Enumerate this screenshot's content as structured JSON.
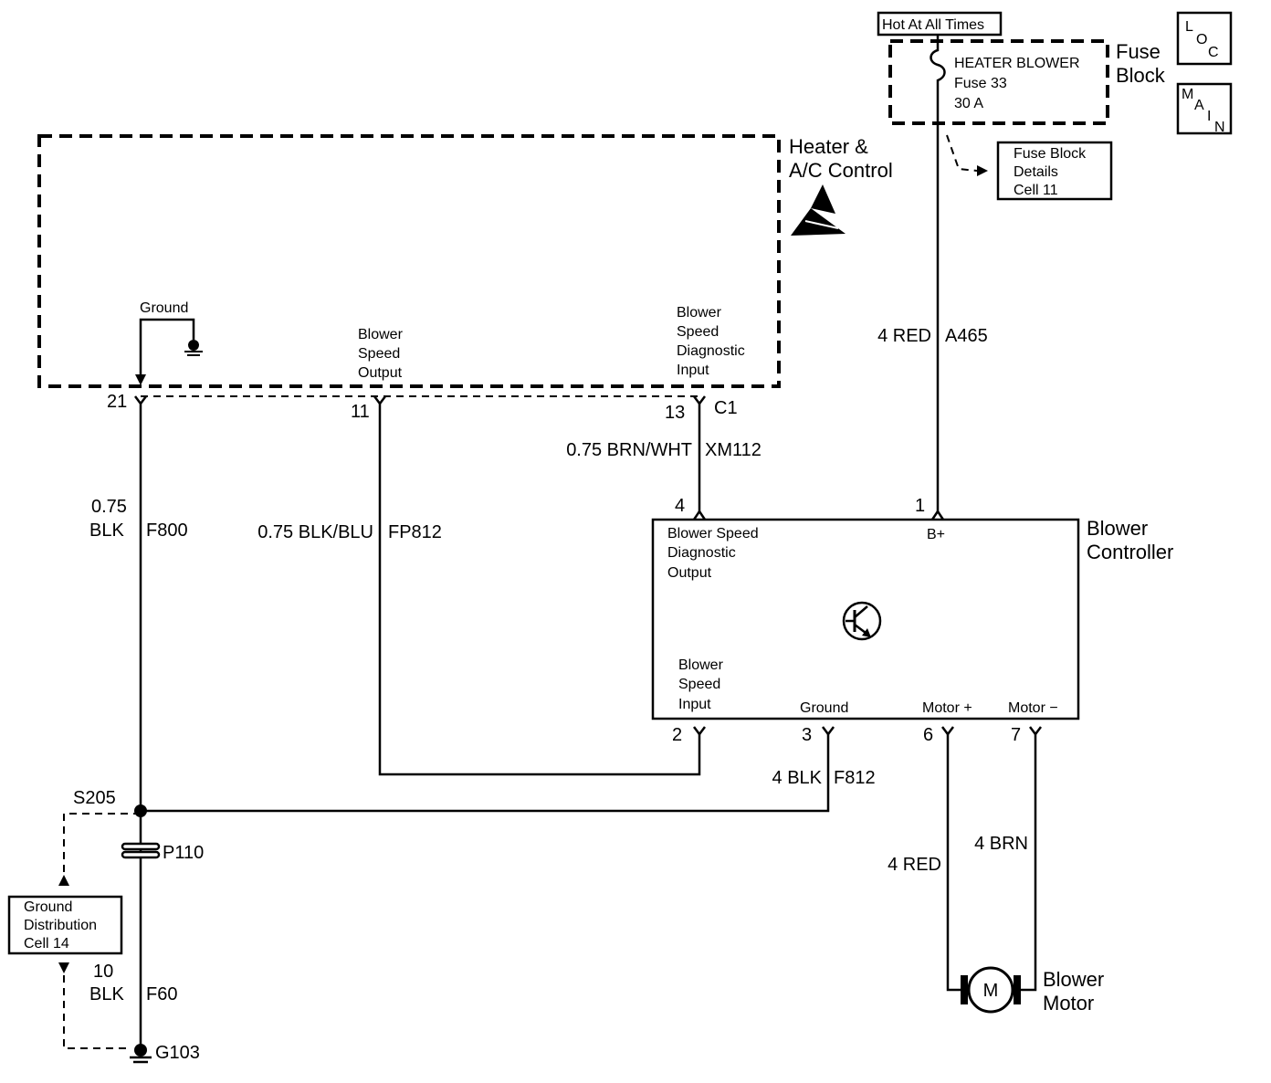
{
  "power": {
    "hot_label": "Hot At All Times",
    "fuse_block_title": [
      "Fuse",
      "Block"
    ],
    "fuse_name": "HEATER BLOWER",
    "fuse_number": "Fuse 33",
    "fuse_rating": "30 A",
    "details_box": [
      "Fuse Block",
      "Details",
      "Cell 11"
    ],
    "loc_icon": [
      "L",
      "O",
      "C"
    ],
    "main_icon": [
      "M",
      "A",
      "I",
      "N"
    ]
  },
  "hvac_control": {
    "title": [
      "Heater &",
      "A/C Control"
    ],
    "ground_label": "Ground",
    "blower_speed_output": [
      "Blower",
      "Speed",
      "Output"
    ],
    "blower_speed_diag_input": [
      "Blower",
      "Speed",
      "Diagnostic",
      "Input"
    ],
    "connector_name": "C1",
    "pins": {
      "ground": "21",
      "output": "11",
      "diag": "13"
    }
  },
  "wires": {
    "fuse_to_controller": {
      "size_color": "4 RED",
      "circuit": "A465"
    },
    "diag": {
      "size_color": "0.75 BRN/WHT",
      "circuit": "XM112"
    },
    "ground_wire": {
      "size": "0.75",
      "color": "BLK",
      "circuit": "F800"
    },
    "speed_output": {
      "size_color": "0.75 BLK/BLU",
      "circuit": "FP812"
    },
    "controller_ground": {
      "size_color": "4 BLK",
      "circuit": "F812"
    },
    "motor_pos": {
      "size_color": "4 RED"
    },
    "motor_neg": {
      "size_color": "4 BRN"
    },
    "ground_g103": {
      "size": "10",
      "color": "BLK",
      "circuit": "F60"
    }
  },
  "blower_controller": {
    "title": [
      "Blower",
      "Controller"
    ],
    "diag_output": [
      "Blower Speed",
      "Diagnostic",
      "Output"
    ],
    "b_plus": "B+",
    "speed_input": [
      "Blower",
      "Speed",
      "Input"
    ],
    "ground": "Ground",
    "motor_plus": "Motor +",
    "motor_minus": "Motor −",
    "pins": {
      "diag": "4",
      "b_plus": "1",
      "input": "2",
      "ground": "3",
      "motor_plus": "6",
      "motor_minus": "7"
    }
  },
  "motor": {
    "symbol": "M",
    "title": [
      "Blower",
      "Motor"
    ]
  },
  "grounding": {
    "splice": "S205",
    "connector": "P110",
    "ground_point": "G103",
    "distribution_box": [
      "Ground",
      "Distribution",
      "Cell 14"
    ]
  }
}
